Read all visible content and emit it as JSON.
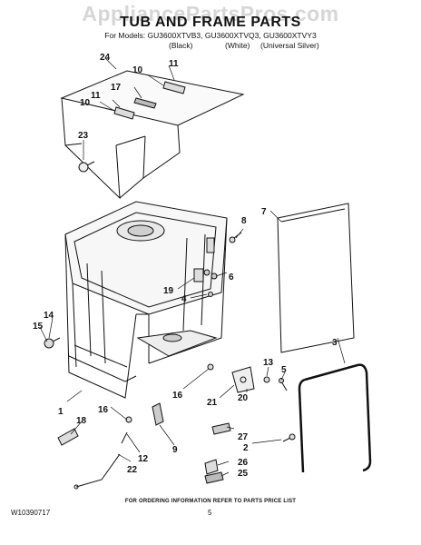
{
  "watermark": "AppliancePartsPros.com",
  "header": {
    "title": "TUB AND FRAME PARTS",
    "models": "For Models: GU3600XTVB3, GU3600XTVQ3, GU3600XTVY3",
    "colors": [
      "(Black)",
      "(White)",
      "(Universal Silver)"
    ]
  },
  "callouts": {
    "c24": "24",
    "c11a": "11",
    "c10a": "10",
    "c17": "17",
    "c11b": "11",
    "c10b": "10",
    "c23": "23",
    "c8": "8",
    "c7": "7",
    "c6": "6",
    "c19": "19",
    "c4": "4",
    "c14": "14",
    "c15": "15",
    "c3": "3",
    "c13": "13",
    "c5": "5",
    "c16a": "16",
    "c21": "21",
    "c1": "1",
    "c18": "18",
    "c16b": "16",
    "c9": "9",
    "c20": "20",
    "c27": "27",
    "c2": "2",
    "c12": "12",
    "c26": "26",
    "c25": "25",
    "c22": "22"
  },
  "footer": {
    "ordering": "FOR ORDERING INFORMATION REFER TO PARTS PRICE LIST",
    "doc_number": "W10390717",
    "page_number": "5"
  }
}
